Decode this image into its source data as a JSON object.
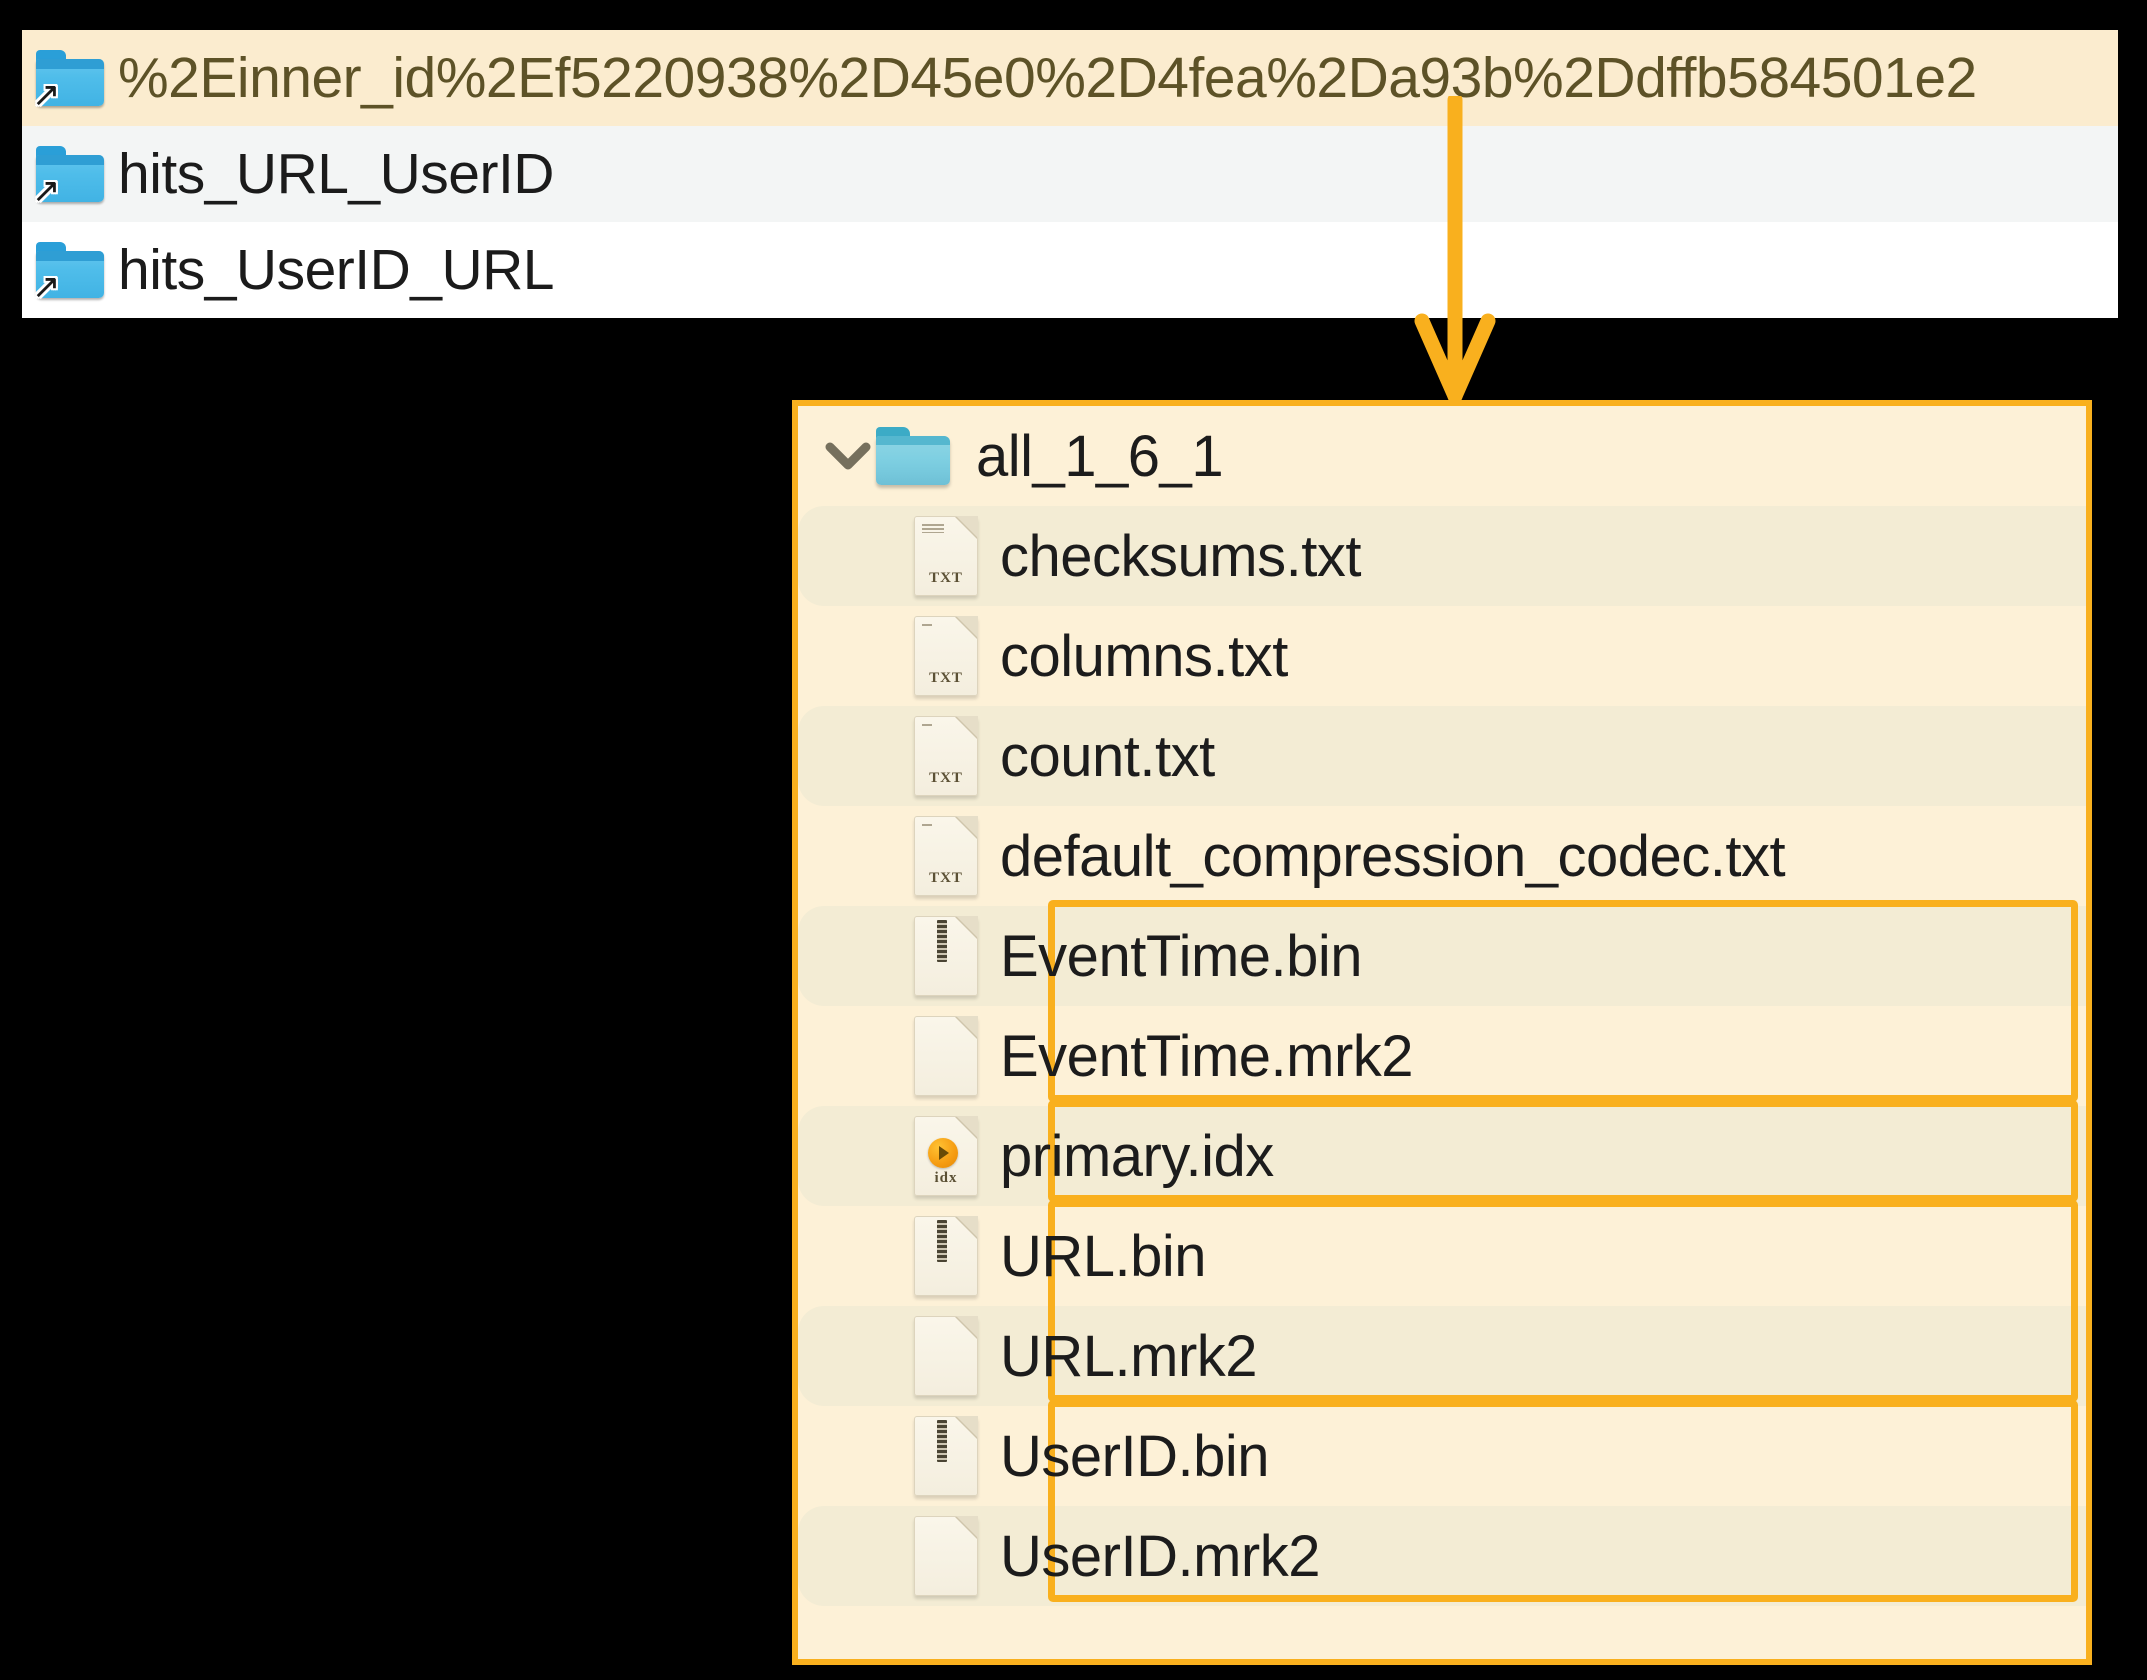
{
  "colors": {
    "page_background": "#000000",
    "accent_orange": "#f9b01e",
    "panel_cream": "#fdf1d7",
    "row_shade": "#f3ecd4",
    "top_selected_row": "#fbeccf",
    "top_alt_row": "#f3f5f5",
    "folder_blue": "#4fbdea",
    "folder_teal": "#7fd0e2",
    "selected_text": "#5d5227"
  },
  "top_panel": {
    "name": "directory-listing",
    "rows": [
      {
        "label": "%2Einner_id%2Ef5220938%2D45e0%2D4fea%2Da93b%2Ddffb584501e2",
        "icon": "folder-alias-icon",
        "state": "selected"
      },
      {
        "label": "hits_URL_UserID",
        "icon": "folder-alias-icon",
        "state": "alternate"
      },
      {
        "label": "hits_UserID_URL",
        "icon": "folder-alias-icon",
        "state": "plain"
      }
    ]
  },
  "connector": {
    "name": "arrow-down-connector",
    "color": "#f9b01e",
    "direction": "down"
  },
  "bottom_panel": {
    "name": "part-directory-contents",
    "folder": {
      "label": "all_1_6_1",
      "icon": "folder-icon",
      "chevron": "chevron-down-icon",
      "expanded": true
    },
    "files": [
      {
        "label": "checksums.txt",
        "icon": "txt-file-icon",
        "ext": "TXT",
        "shade": true
      },
      {
        "label": "columns.txt",
        "icon": "txt-file-icon",
        "ext": "TXT",
        "shade": false
      },
      {
        "label": "count.txt",
        "icon": "txt-file-icon",
        "ext": "TXT",
        "shade": true
      },
      {
        "label": "default_compression_codec.txt",
        "icon": "txt-file-icon",
        "ext": "TXT",
        "shade": false
      },
      {
        "label": "EventTime.bin",
        "icon": "bin-file-icon",
        "ext": "",
        "shade": true
      },
      {
        "label": "EventTime.mrk2",
        "icon": "mrk-file-icon",
        "ext": "",
        "shade": false
      },
      {
        "label": "primary.idx",
        "icon": "idx-file-icon",
        "ext": "idx",
        "shade": true
      },
      {
        "label": "URL.bin",
        "icon": "bin-file-icon",
        "ext": "",
        "shade": false
      },
      {
        "label": "URL.mrk2",
        "icon": "mrk-file-icon",
        "ext": "",
        "shade": true
      },
      {
        "label": "UserID.bin",
        "icon": "bin-file-icon",
        "ext": "",
        "shade": false
      },
      {
        "label": "UserID.mrk2",
        "icon": "mrk-file-icon",
        "ext": "",
        "shade": true
      }
    ],
    "highlight_groups": [
      {
        "name": "highlight-eventtime",
        "first_index": 4,
        "last_index": 5
      },
      {
        "name": "highlight-primary-idx",
        "first_index": 6,
        "last_index": 6
      },
      {
        "name": "highlight-url",
        "first_index": 7,
        "last_index": 8
      },
      {
        "name": "highlight-userid",
        "first_index": 9,
        "last_index": 10
      }
    ]
  }
}
